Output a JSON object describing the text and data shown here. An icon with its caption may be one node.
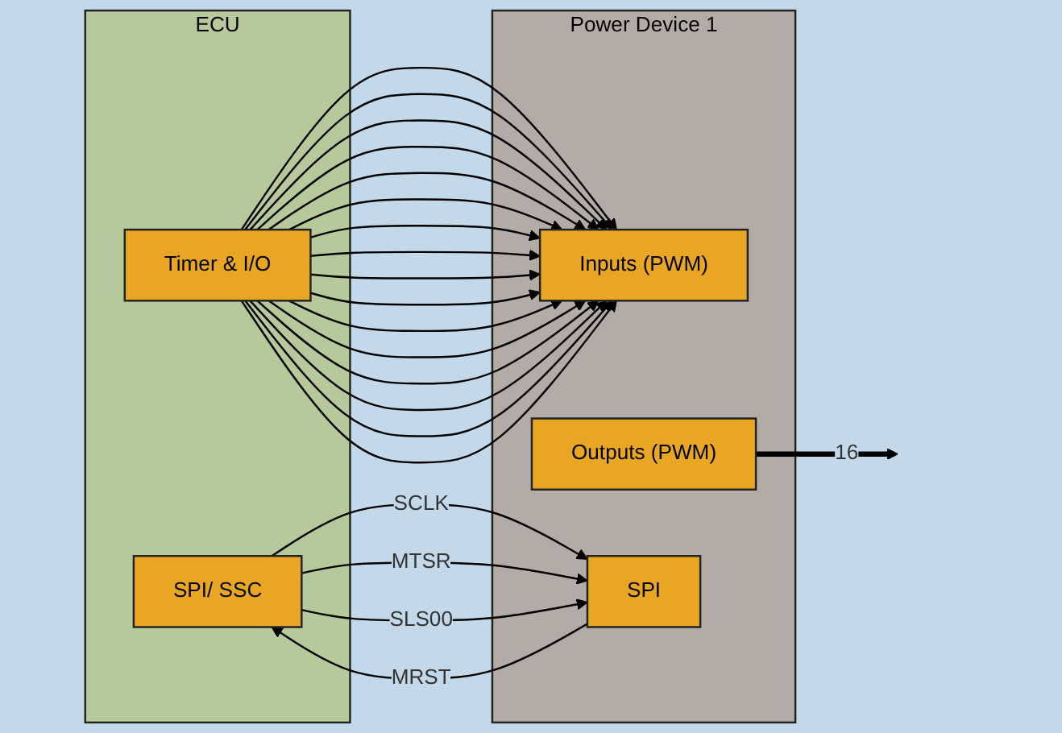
{
  "diagram": {
    "nodes": [
      {
        "text": [
          "ECU"
        ]
      },
      {
        "text": [
          "Timer & I/O"
        ],
        "in": 0
      },
      {
        "text": [
          "SPI/ SSC"
        ],
        "in": 0
      },
      {
        "text": [
          "Power Device 1"
        ]
      },
      {
        "text": [
          "Inputs (PWM)"
        ],
        "in": 3
      },
      {
        "text": [
          "Outputs (PWM)"
        ],
        "in": 3
      },
      {
        "text": [
          "SPI"
        ],
        "in": 3
      }
    ],
    "edges": [
      {
        "from": 1,
        "to": 4,
        "arrow": "to"
      },
      {
        "from": 1,
        "to": 4,
        "arrow": "to"
      },
      {
        "from": 1,
        "to": 4,
        "arrow": "to"
      },
      {
        "from": 1,
        "to": 4,
        "arrow": "to"
      },
      {
        "from": 1,
        "to": 4,
        "arrow": "to"
      },
      {
        "from": 1,
        "to": 4,
        "arrow": "to"
      },
      {
        "from": 1,
        "to": 4,
        "arrow": "to"
      },
      {
        "from": 1,
        "to": 4,
        "arrow": "to"
      },
      {
        "from": 1,
        "to": 4,
        "arrow": "to"
      },
      {
        "from": 1,
        "to": 4,
        "arrow": "to"
      },
      {
        "from": 1,
        "to": 4,
        "arrow": "to"
      },
      {
        "from": 1,
        "to": 4,
        "arrow": "to"
      },
      {
        "from": 1,
        "to": 4,
        "arrow": "to"
      },
      {
        "from": 1,
        "to": 4,
        "arrow": "to"
      },
      {
        "from": 1,
        "to": 4,
        "arrow": "to"
      },
      {
        "from": 1,
        "to": 4,
        "arrow": "to"
      },
      {
        "from": 2,
        "to": 6,
        "arrow": "to",
        "label": "SCLK"
      },
      {
        "from": 2,
        "to": 6,
        "arrow": "to",
        "label": "MTSR"
      },
      {
        "from": 6,
        "to": 2,
        "arrow": "to",
        "label": "MRST"
      },
      {
        "from": 2,
        "to": 6,
        "arrow": "to",
        "label": "SLS00"
      },
      {
        "from": 5,
        "to": null,
        "arrow": "to",
        "label": "16",
        "style": "thick"
      }
    ]
  }
}
